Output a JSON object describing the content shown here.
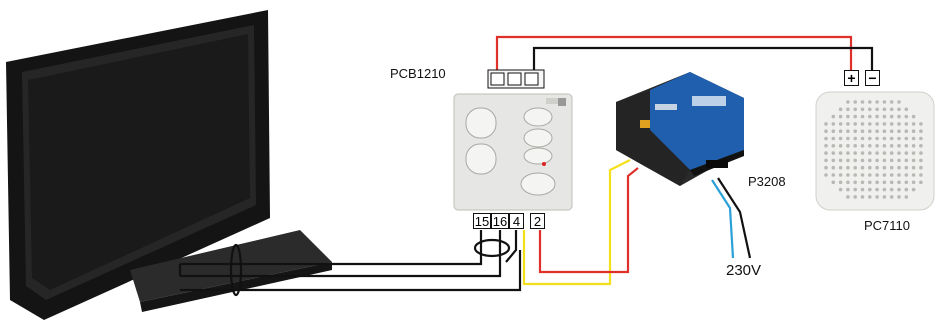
{
  "labels": {
    "pcb": "PCB1210",
    "p3208": "P3208",
    "pc7110": "PC7110",
    "mains": "230V"
  },
  "terminals": [
    "15",
    "16",
    "4",
    "2"
  ],
  "power_terminals": {
    "plus": "+",
    "minus": "−"
  },
  "wire_colors": {
    "red": "#e0302a",
    "black": "#111111",
    "yellow": "#f4e01a",
    "blue": "#2aa0d8"
  },
  "device_colors": {
    "tv_bezel": "#1b1b1b",
    "panel": "#e8e8e6",
    "actuator_blue": "#1f5fae",
    "actuator_body": "#2a2a2a"
  }
}
